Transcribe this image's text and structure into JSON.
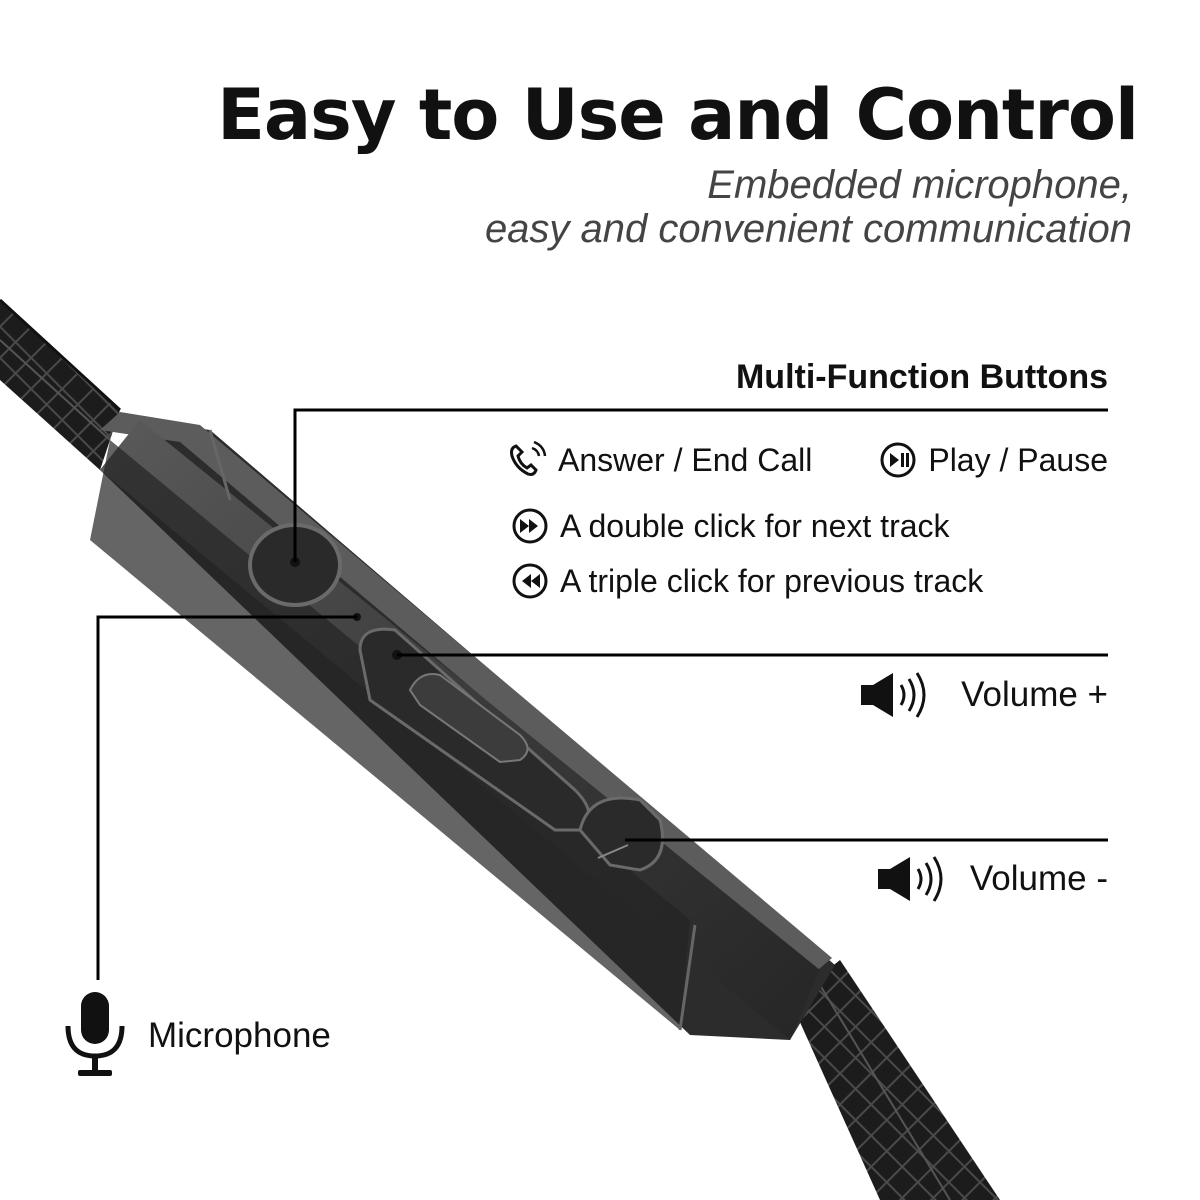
{
  "header": {
    "title": "Easy to Use and Control",
    "subtitle_line1": "Embedded microphone,",
    "subtitle_line2": "easy and convenient communication"
  },
  "multi_function": {
    "heading": "Multi-Function Buttons",
    "answer": "Answer / End Call",
    "play_pause": "Play / Pause",
    "next": "A double click for next track",
    "previous": "A triple click for previous track"
  },
  "volume": {
    "up": "Volume +",
    "down": "Volume -"
  },
  "microphone": {
    "label": "Microphone"
  },
  "colors": {
    "background": "#ffffff",
    "text": "#111111",
    "remote_body": "#3a3a3a",
    "cable": "#1a1a1a"
  }
}
